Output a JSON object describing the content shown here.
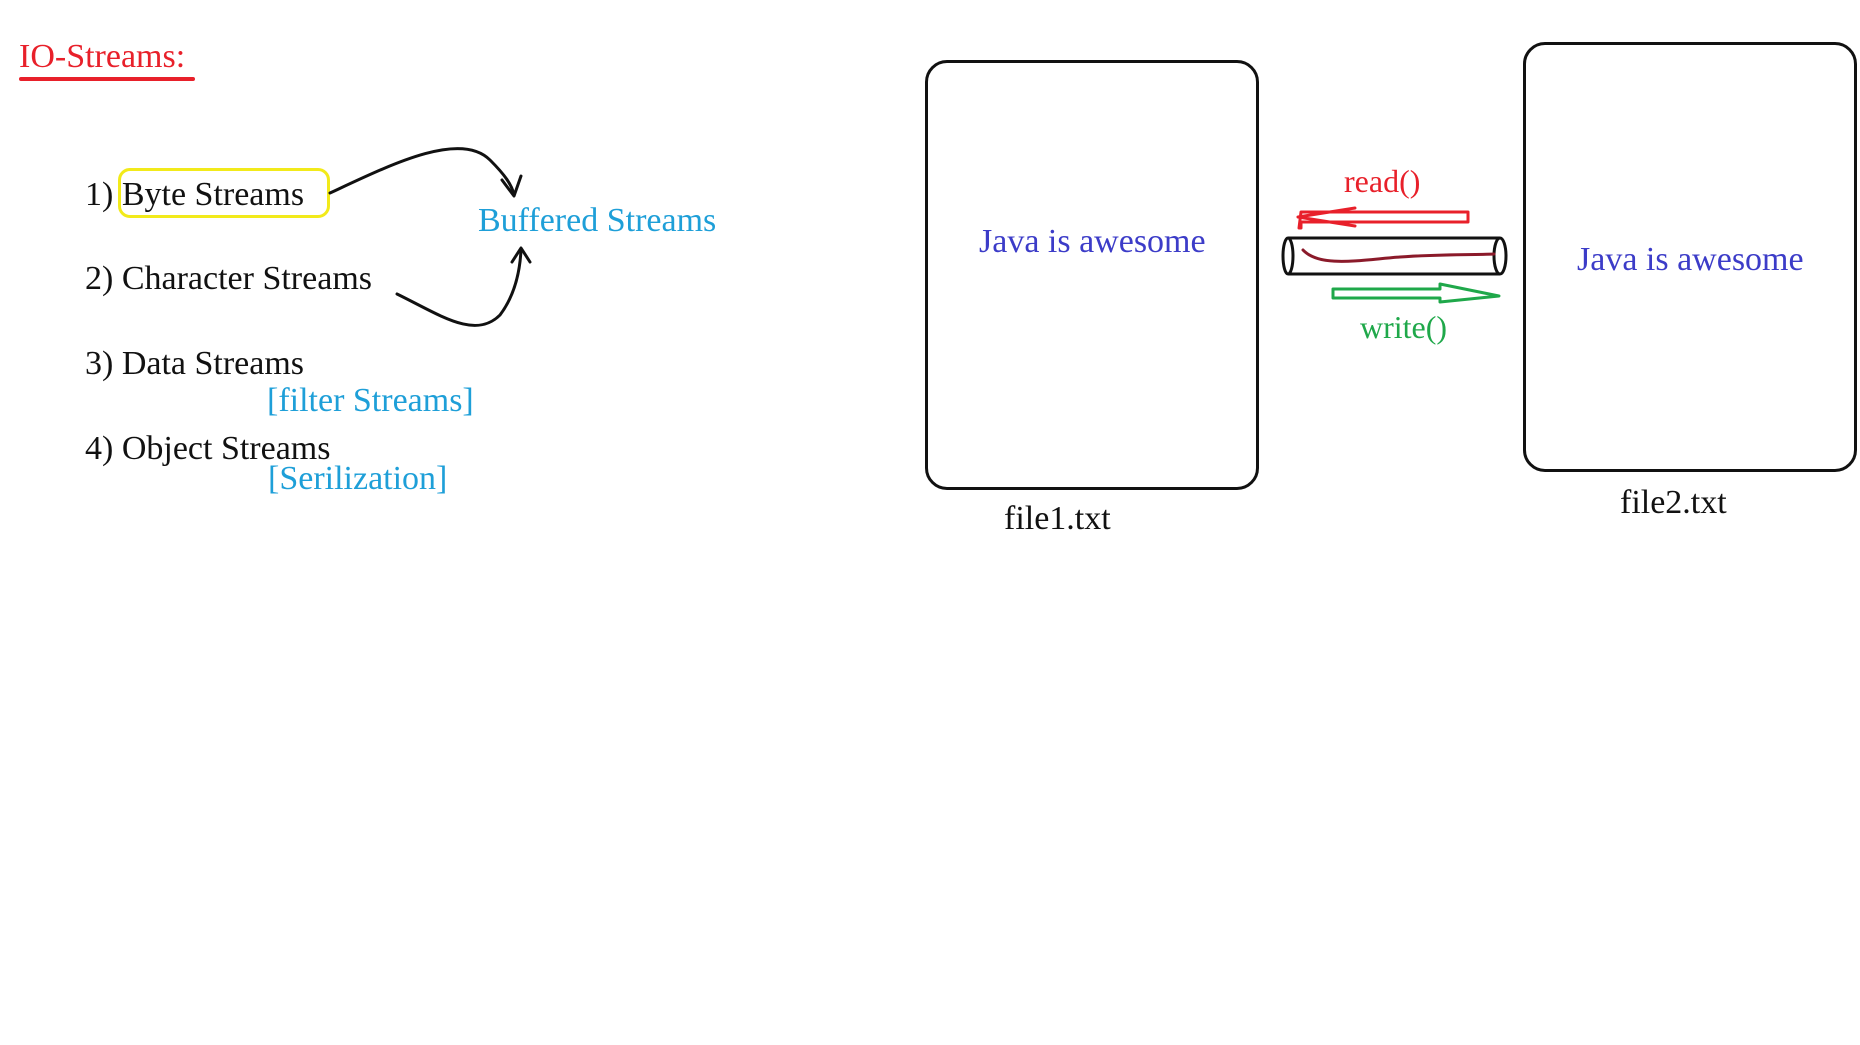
{
  "heading": {
    "title": "IO-Streams:"
  },
  "stream_types": {
    "items": [
      "1) Byte Streams",
      "2) Character Streams",
      "3) Data Streams",
      "4) Object Streams"
    ],
    "buffered_label": "Buffered Streams",
    "data_streams_note": "[filter Streams]",
    "object_streams_note": "[Serilization]"
  },
  "file_transfer": {
    "file1": {
      "content": "Java is awesome",
      "name": "file1.txt"
    },
    "file2": {
      "content": "Java is awesome",
      "name": "file2.txt"
    },
    "read_label": "read()",
    "write_label": "write()"
  },
  "colors": {
    "title_red": "#e8202a",
    "note_blue": "#1e9fd8",
    "content_blue": "#3c3cc8",
    "read_red": "#e8202a",
    "write_green": "#1fa84a",
    "highlight_yellow": "#f2ea1a",
    "pipe_flow": "#8b1a2a"
  }
}
